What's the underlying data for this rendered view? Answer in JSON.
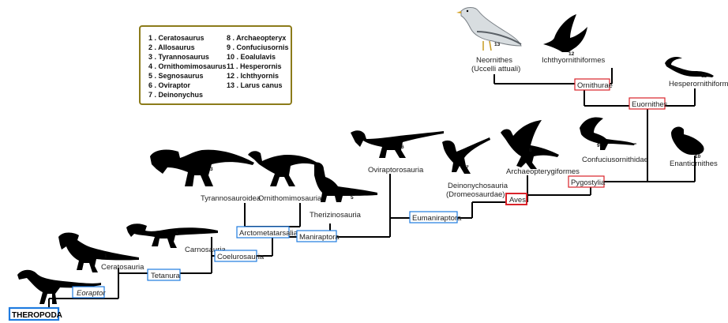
{
  "root": {
    "label": "THEROPODA",
    "color": "#1f7be0"
  },
  "node_boxes_blue": {
    "eoraptor": "Eoraptor",
    "tetanura": "Tetanura",
    "coelurosauria": "Coelurosauria",
    "arctometatarsalia": "Arctometatarsalia",
    "maniraptora": "Maniraptora",
    "eumaniraptora": "Eumaniraptora"
  },
  "node_boxes_red": {
    "aves": "Aves",
    "pygostylia": "Pygostylia",
    "euornithes": "Euornithes",
    "ornithurae": "Ornithurae"
  },
  "colors": {
    "blue_box": "#1f7be0",
    "red_box": "#d9232a",
    "legend_border": "#8c7b1a",
    "branch": "#000000"
  },
  "taxa": {
    "ceratosauria": "Ceratosauria",
    "carnosauria": "Carnosauria",
    "tyrannosauroidea": "Tyrannosauroidea",
    "ornithomimosauria": "Ornithomimosauria",
    "therizinosauria": "Therizinosauria",
    "oviraptorosauria": "Oviraptorosauria",
    "deinonychosauria_1": "Deinonychosauria",
    "deinonychosauria_2": "(Dromeosaurdae)",
    "archaeopterygiformes": "Archaeopterygiformes",
    "confuciusornithidae": "Confuciusornithidae",
    "enantiornithes": "Enantiornithes",
    "hesperornithiformes": "Hesperornithiformes",
    "ichthyornithiformes": "Ichthyornithiformes",
    "neornithes_1": "Neornithes",
    "neornithes_2": "(Uccelli attuali)"
  },
  "silhouette_numbers": [
    "1",
    "2",
    "3",
    "4",
    "5",
    "6",
    "7",
    "8",
    "9",
    "10",
    "11",
    "12",
    "13"
  ],
  "silhouettes": [
    "ceratosaurus-silhouette",
    "allosaurus-silhouette",
    "tyrannosaurus-silhouette",
    "ornithomimosaurus-silhouette",
    "segnosaurus-silhouette",
    "oviraptor-silhouette",
    "deinonychus-silhouette",
    "archaeopteryx-silhouette",
    "confuciusornis-silhouette",
    "eoalulavis-silhouette",
    "hesperornis-silhouette",
    "ichthyornis-silhouette",
    "larus-canus-illustration",
    "eoraptor-silhouette"
  ],
  "legend": {
    "col1": [
      "1 . Ceratosaurus",
      "2 . Allosaurus",
      "3 . Tyrannosaurus",
      "4 . Ornithomimosaurus",
      "5 . Segnosaurus",
      "6 . Oviraptor",
      "7 . Deinonychus"
    ],
    "col2": [
      "8 . Archaeopteryx",
      "9 . Confuciusornis",
      "10 . Eoalulavis",
      "11 . Hesperornis",
      "12 . Ichthyornis",
      "13 . Larus canus"
    ]
  }
}
